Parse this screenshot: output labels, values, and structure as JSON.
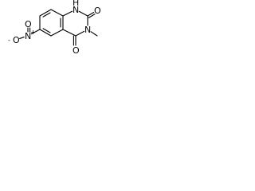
{
  "molecule": {
    "atoms": {
      "n1_label": "N",
      "n1_h_label": "H",
      "o_c2_label": "O",
      "n3_label": "N",
      "o_c4_label": "O",
      "nitro_n_label": "N",
      "nitro_n_charge": "+",
      "nitro_o_top_label": "O",
      "nitro_o_left_label": "O",
      "nitro_o_left_charge": "-"
    },
    "colors": {
      "bond": "#000000",
      "text": "#000000",
      "background": "#ffffff"
    }
  }
}
